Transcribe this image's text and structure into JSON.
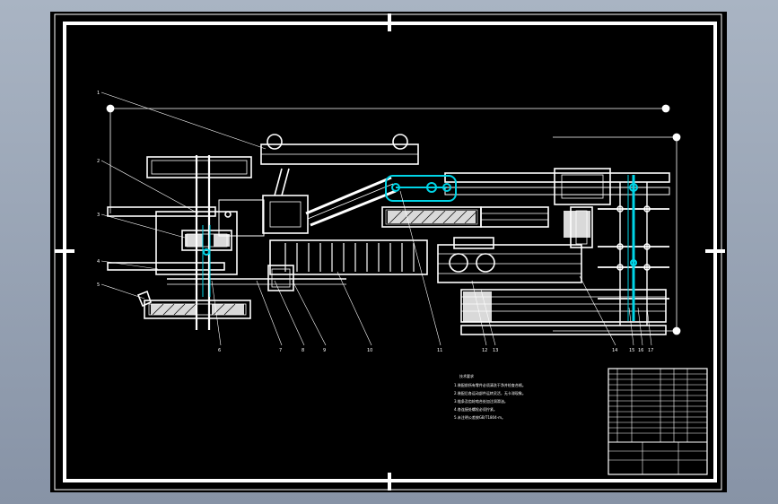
{
  "drawing": {
    "colors": {
      "background": "#000000",
      "line": "#ffffff",
      "highlight": "#00d4e6"
    },
    "upper_labels": [
      "1",
      "2",
      "3",
      "4",
      "5"
    ],
    "lower_labels": [
      "6",
      "7",
      "8",
      "9",
      "10",
      "11",
      "12",
      "13",
      "14",
      "15",
      "16",
      "17"
    ],
    "notes": {
      "heading": "技术要求",
      "lines": [
        "1.装配前所有零件必须清洗干净并检查合格。",
        "2.装配后各运动部件运转灵活，无卡滞现象。",
        "3.链条及齿轮啮合处加注润滑油。",
        "4.各连接处螺栓必须拧紧。",
        "5.未注明公差按GB/T1804-m。"
      ]
    },
    "title_block": {
      "rows": [
        "",
        "",
        "",
        "",
        "",
        "",
        "",
        "",
        "",
        "",
        "",
        "",
        ""
      ],
      "footer": [
        "",
        "",
        "",
        "",
        ""
      ]
    }
  }
}
